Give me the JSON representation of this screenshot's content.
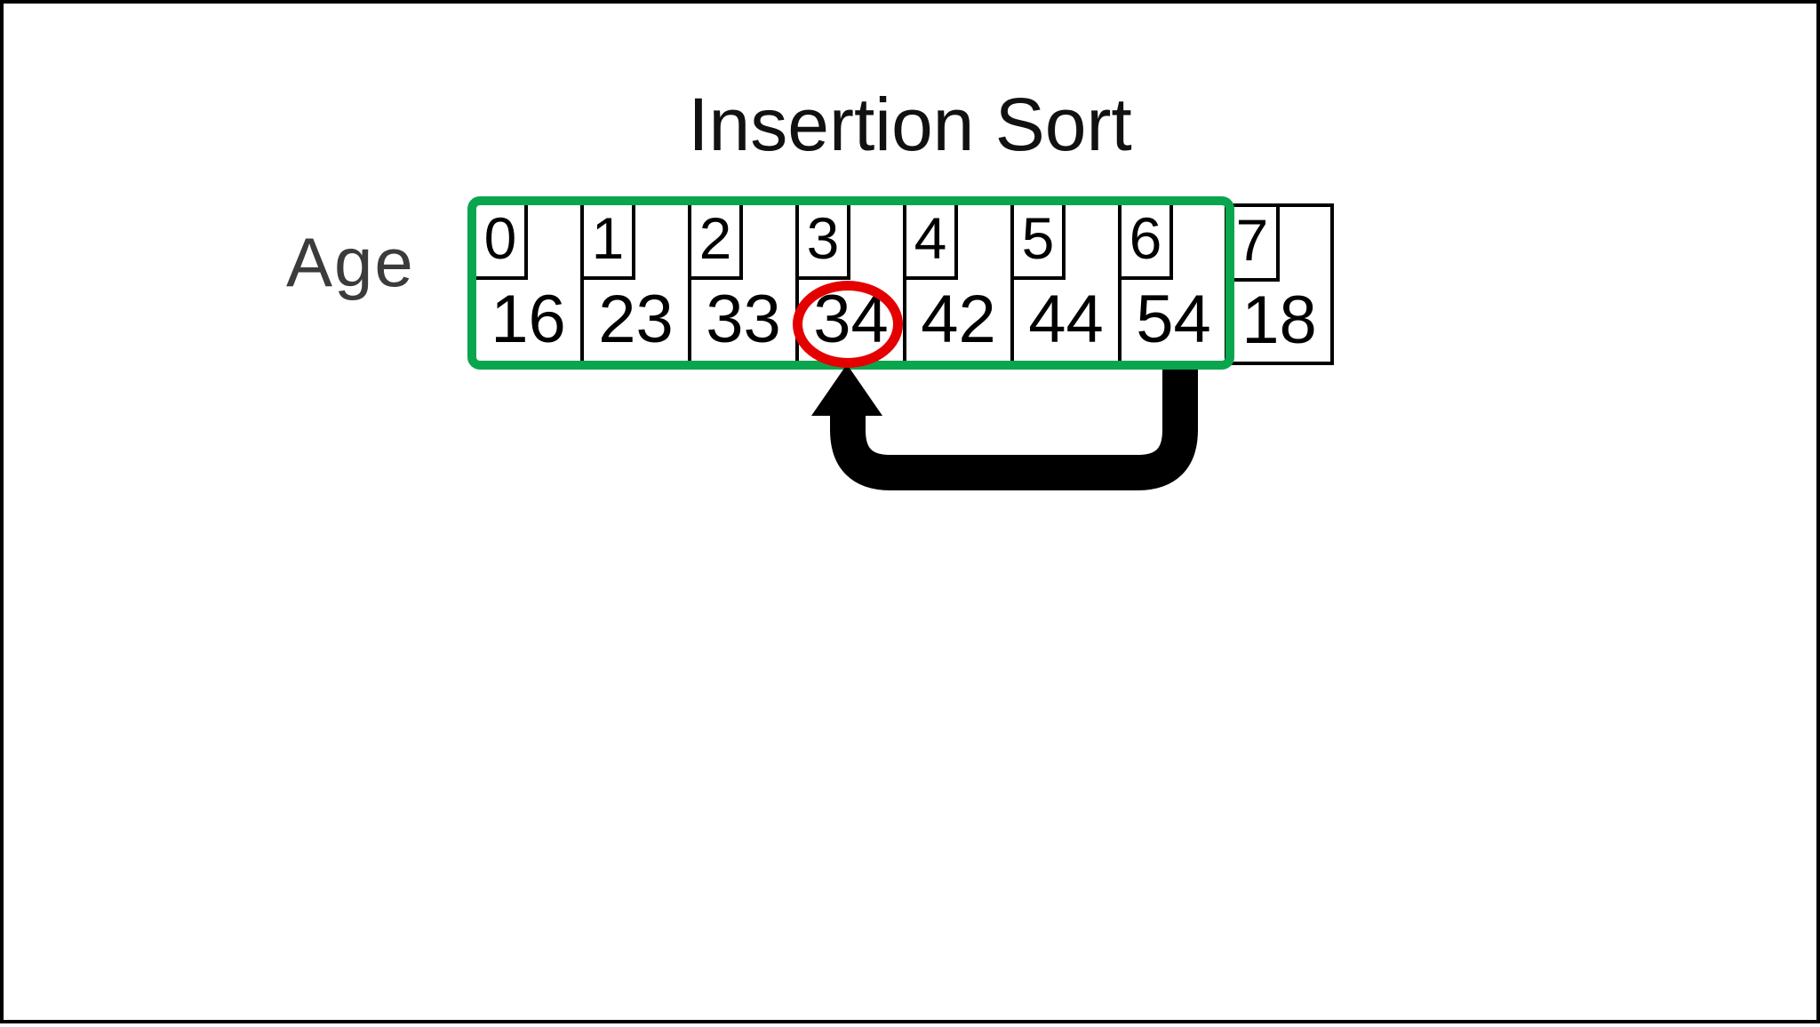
{
  "title": "Insertion Sort",
  "row_label": "Age",
  "cells": [
    {
      "index": "0",
      "value": "16"
    },
    {
      "index": "1",
      "value": "23"
    },
    {
      "index": "2",
      "value": "33"
    },
    {
      "index": "3",
      "value": "34"
    },
    {
      "index": "4",
      "value": "42"
    },
    {
      "index": "5",
      "value": "44"
    },
    {
      "index": "6",
      "value": "54"
    },
    {
      "index": "7",
      "value": "18"
    }
  ],
  "sorted_region": {
    "from_index": 0,
    "to_index": 6,
    "border_color": "#0aa64e"
  },
  "highlight": {
    "circled_value": "34",
    "circled_cell_index": 3,
    "circle_color": "#e50000"
  },
  "arrow": {
    "from_cell_index": 6,
    "to_cell_index": 3,
    "color": "#000000"
  },
  "canvas": {
    "background": "#ffffff",
    "frame_color": "#000000"
  }
}
